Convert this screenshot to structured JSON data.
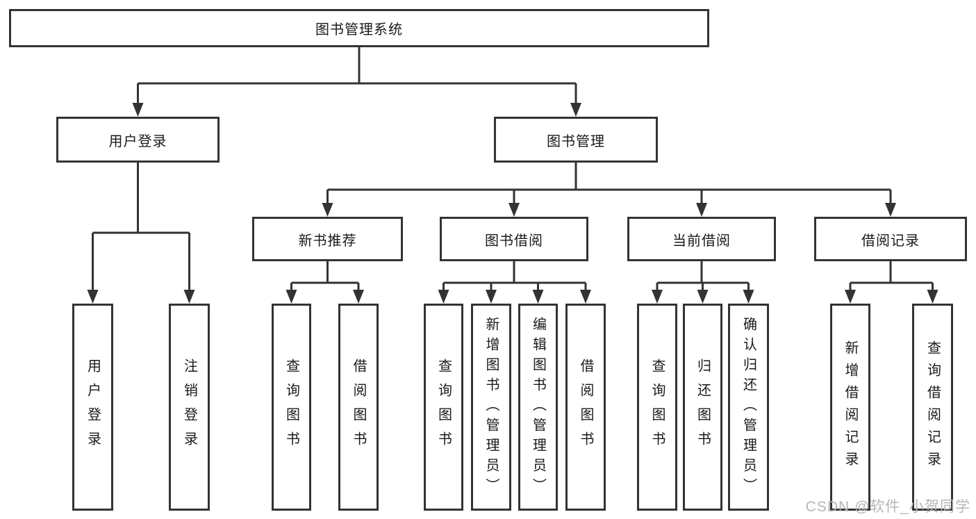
{
  "tree": {
    "root": {
      "label": "图书管理系统"
    },
    "level2": [
      {
        "label": "用户登录"
      },
      {
        "label": "图书管理"
      }
    ],
    "level3": [
      {
        "label": "新书推荐"
      },
      {
        "label": "图书借阅"
      },
      {
        "label": "当前借阅"
      },
      {
        "label": "借阅记录"
      }
    ],
    "leaves": {
      "login": [
        "用户登录",
        "注销登录"
      ],
      "recommend": [
        "查询图书",
        "借阅图书"
      ],
      "borrow": [
        "查询图书",
        "新增图书（管理员）",
        "编辑图书（管理员）",
        "借阅图书"
      ],
      "current": [
        "查询图书",
        "归还图书",
        "确认归还（管理员）"
      ],
      "records": [
        "新增借阅记录",
        "查询借阅记录"
      ]
    }
  },
  "watermark": "CSDN @软件_小贺同学",
  "colors": {
    "line": "#333333",
    "text": "#1a1a1a",
    "box_background": "#ffffff",
    "watermark": "#b5b5b9"
  }
}
